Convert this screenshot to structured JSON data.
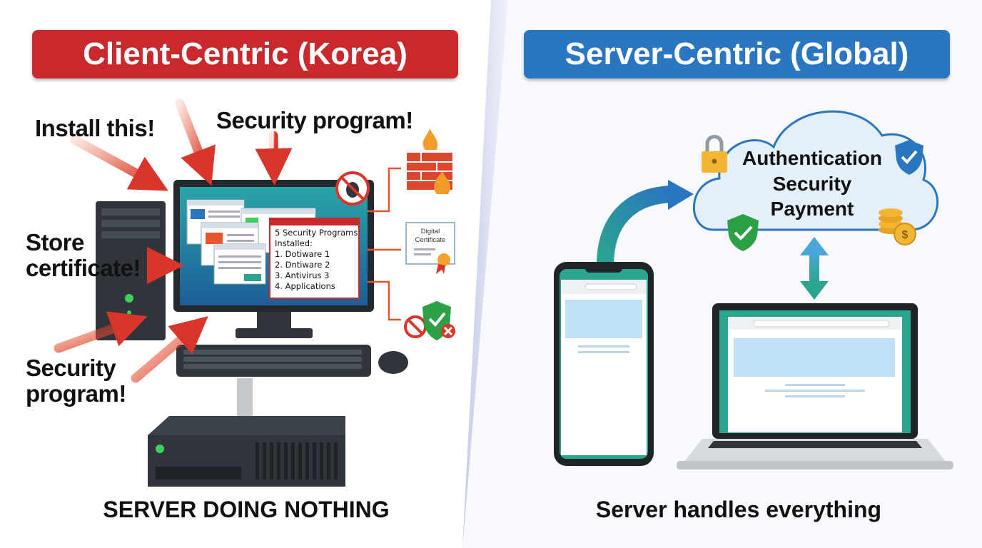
{
  "left": {
    "title": "Client-Centric (Korea)",
    "callouts": {
      "install": "Install this!",
      "security_top": "Security program!",
      "store_1": "Store",
      "store_2": "certificate!",
      "security_bottom_1": "Security",
      "security_bottom_2": "program!"
    },
    "popup": {
      "lines": [
        "5 Security Programs",
        "Installed:",
        "1. Dotiware 1",
        "2. Dntiware 2",
        "3. Antivirus 3",
        "4. Applications"
      ]
    },
    "certificate": {
      "line1": "Digital",
      "line2": "Certificate"
    },
    "footer": "SERVER DOING NOTHING"
  },
  "right": {
    "title": "Server-Centric (Global)",
    "cloud": {
      "line1": "Authentication",
      "line2": "Security",
      "line3": "Payment"
    },
    "footer": "Server handles everything"
  },
  "colors": {
    "korea_red": "#c9282d",
    "global_blue": "#2a76c0",
    "arrow_orange": "#e8552a",
    "flow_teal": "#2aa58e",
    "shield_green": "#2ca045",
    "lock_gold": "#f2b632"
  },
  "icons": [
    "firewall-icon",
    "no-bug-icon",
    "digital-certificate-icon",
    "shield-check-icon",
    "lock-icon",
    "coins-icon"
  ]
}
